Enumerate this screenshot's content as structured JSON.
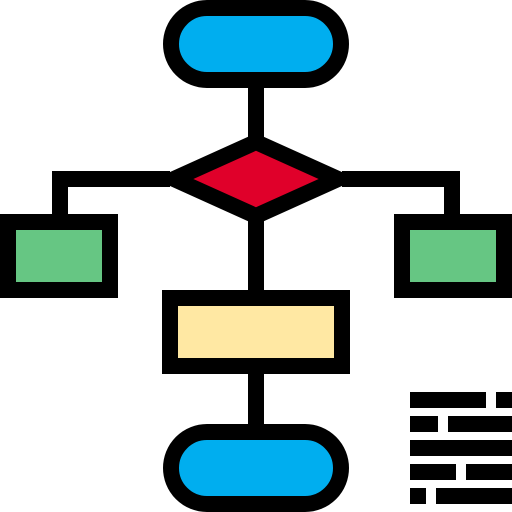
{
  "icon": {
    "name": "flowchart-icon"
  },
  "colors": {
    "stroke": "#000000",
    "terminator_fill": "#00aeef",
    "decision_fill": "#e0002a",
    "branch_fill": "#66c683",
    "process_fill": "#ffe8a3",
    "background": "#ffffff"
  },
  "nodes": [
    {
      "id": "start",
      "type": "terminator",
      "label": ""
    },
    {
      "id": "decision",
      "type": "decision",
      "label": ""
    },
    {
      "id": "branch-left",
      "type": "process",
      "label": ""
    },
    {
      "id": "branch-right",
      "type": "process",
      "label": ""
    },
    {
      "id": "process-main",
      "type": "process",
      "label": ""
    },
    {
      "id": "end",
      "type": "terminator",
      "label": ""
    }
  ],
  "edges": [
    {
      "from": "start",
      "to": "decision"
    },
    {
      "from": "decision",
      "to": "branch-left"
    },
    {
      "from": "decision",
      "to": "branch-right"
    },
    {
      "from": "decision",
      "to": "process-main"
    },
    {
      "from": "process-main",
      "to": "end"
    }
  ],
  "legend": {
    "icon": "text-lines-icon",
    "line_count": 5
  }
}
